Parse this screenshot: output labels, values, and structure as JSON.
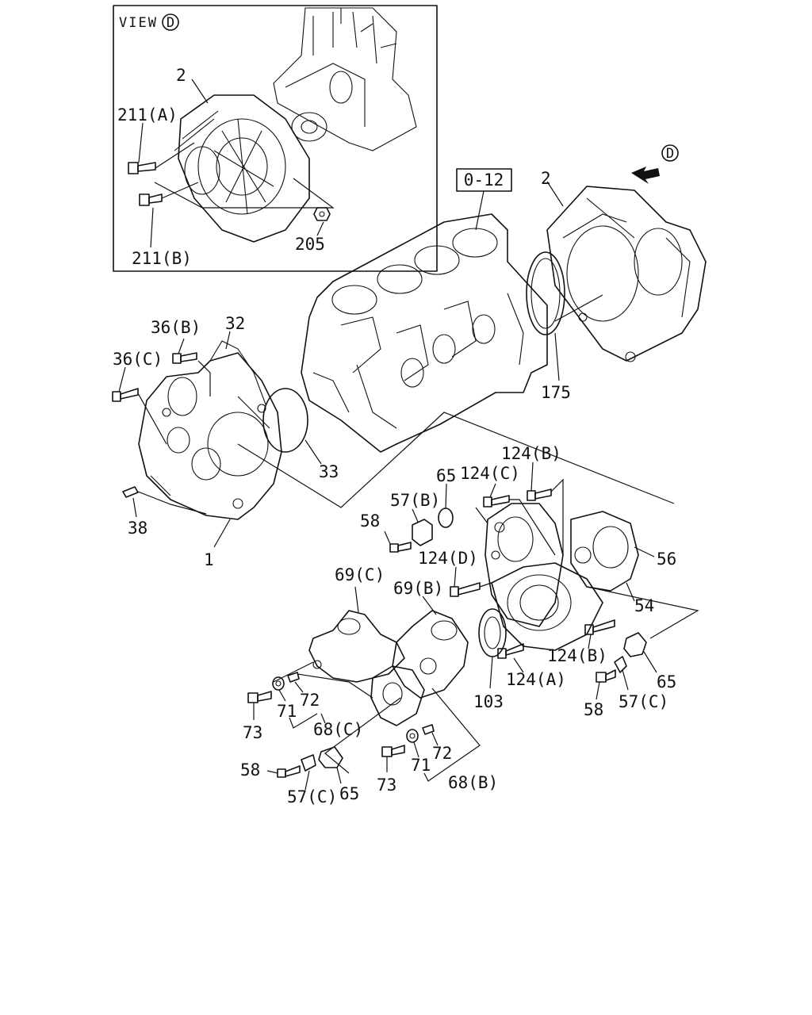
{
  "inset": {
    "view_label": "VIEW",
    "view_letter": "D",
    "callouts": {
      "part_2": "2",
      "bolt_a": "211(A)",
      "bolt_b": "211(B)",
      "nut": "205"
    }
  },
  "ref_box": "0-12",
  "view_marker": "D",
  "callouts": {
    "flywheel_housing": "2",
    "rear_seal": "175",
    "plate_32": "32",
    "bolt_36b": "36(B)",
    "bolt_36c": "36(C)",
    "oring_33": "33",
    "pin_38": "38",
    "front_plate": "1",
    "bolt_124b_top": "124(B)",
    "bolt_124c": "124(C)",
    "gasket_65_top": "65",
    "cover_57b": "57(B)",
    "bolt_58_mid": "58",
    "cover_56": "56",
    "bolt_124d": "124(D)",
    "case_54": "54",
    "gasket_69c": "69(C)",
    "gasket_69b": "69(B)",
    "bolt_124b_low": "124(B)",
    "gasket_65_right": "65",
    "bolt_124a": "124(A)",
    "seal_103": "103",
    "cover_57c_right": "57(C)",
    "bolt_58_right": "58",
    "bolt_73_left": "73",
    "washer_71_left": "71",
    "pin_72_left": "72",
    "kit_68c": "68(C)",
    "bolt_58_low": "58",
    "cover_57c_low": "57(C)",
    "gasket_65_low": "65",
    "bolt_73_mid": "73",
    "washer_71_mid": "71",
    "pin_72_mid": "72",
    "kit_68b": "68(B)"
  }
}
